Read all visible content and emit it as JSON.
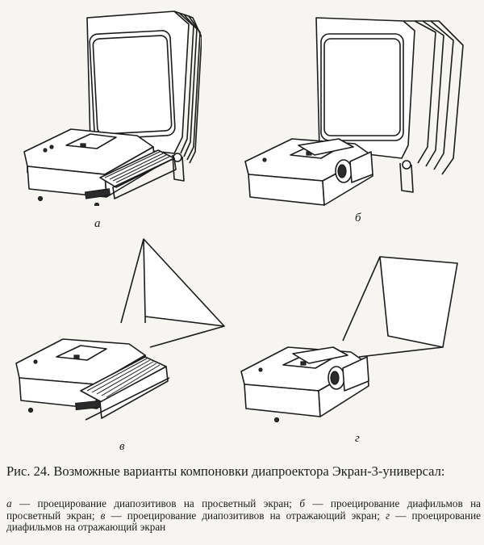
{
  "figures": [
    {
      "id": "a",
      "label": "а"
    },
    {
      "id": "b",
      "label": "б"
    },
    {
      "id": "v",
      "label": "в"
    },
    {
      "id": "g",
      "label": "г"
    }
  ],
  "caption": {
    "title": "Рис. 24. Возможные варианты компоновки диапроектора Экран-3-универсал:",
    "items": [
      {
        "letter": "а",
        "text": " — проецирование диапозитивов на просветный экран; "
      },
      {
        "letter": "б",
        "text": " — проецирование диафильмов на просветный экран; "
      },
      {
        "letter": "в",
        "text": " — проецирование диапозитивов на отражающий экран; "
      },
      {
        "letter": "г",
        "text": " — проецирование диафильмов на отражающий экран"
      }
    ]
  }
}
